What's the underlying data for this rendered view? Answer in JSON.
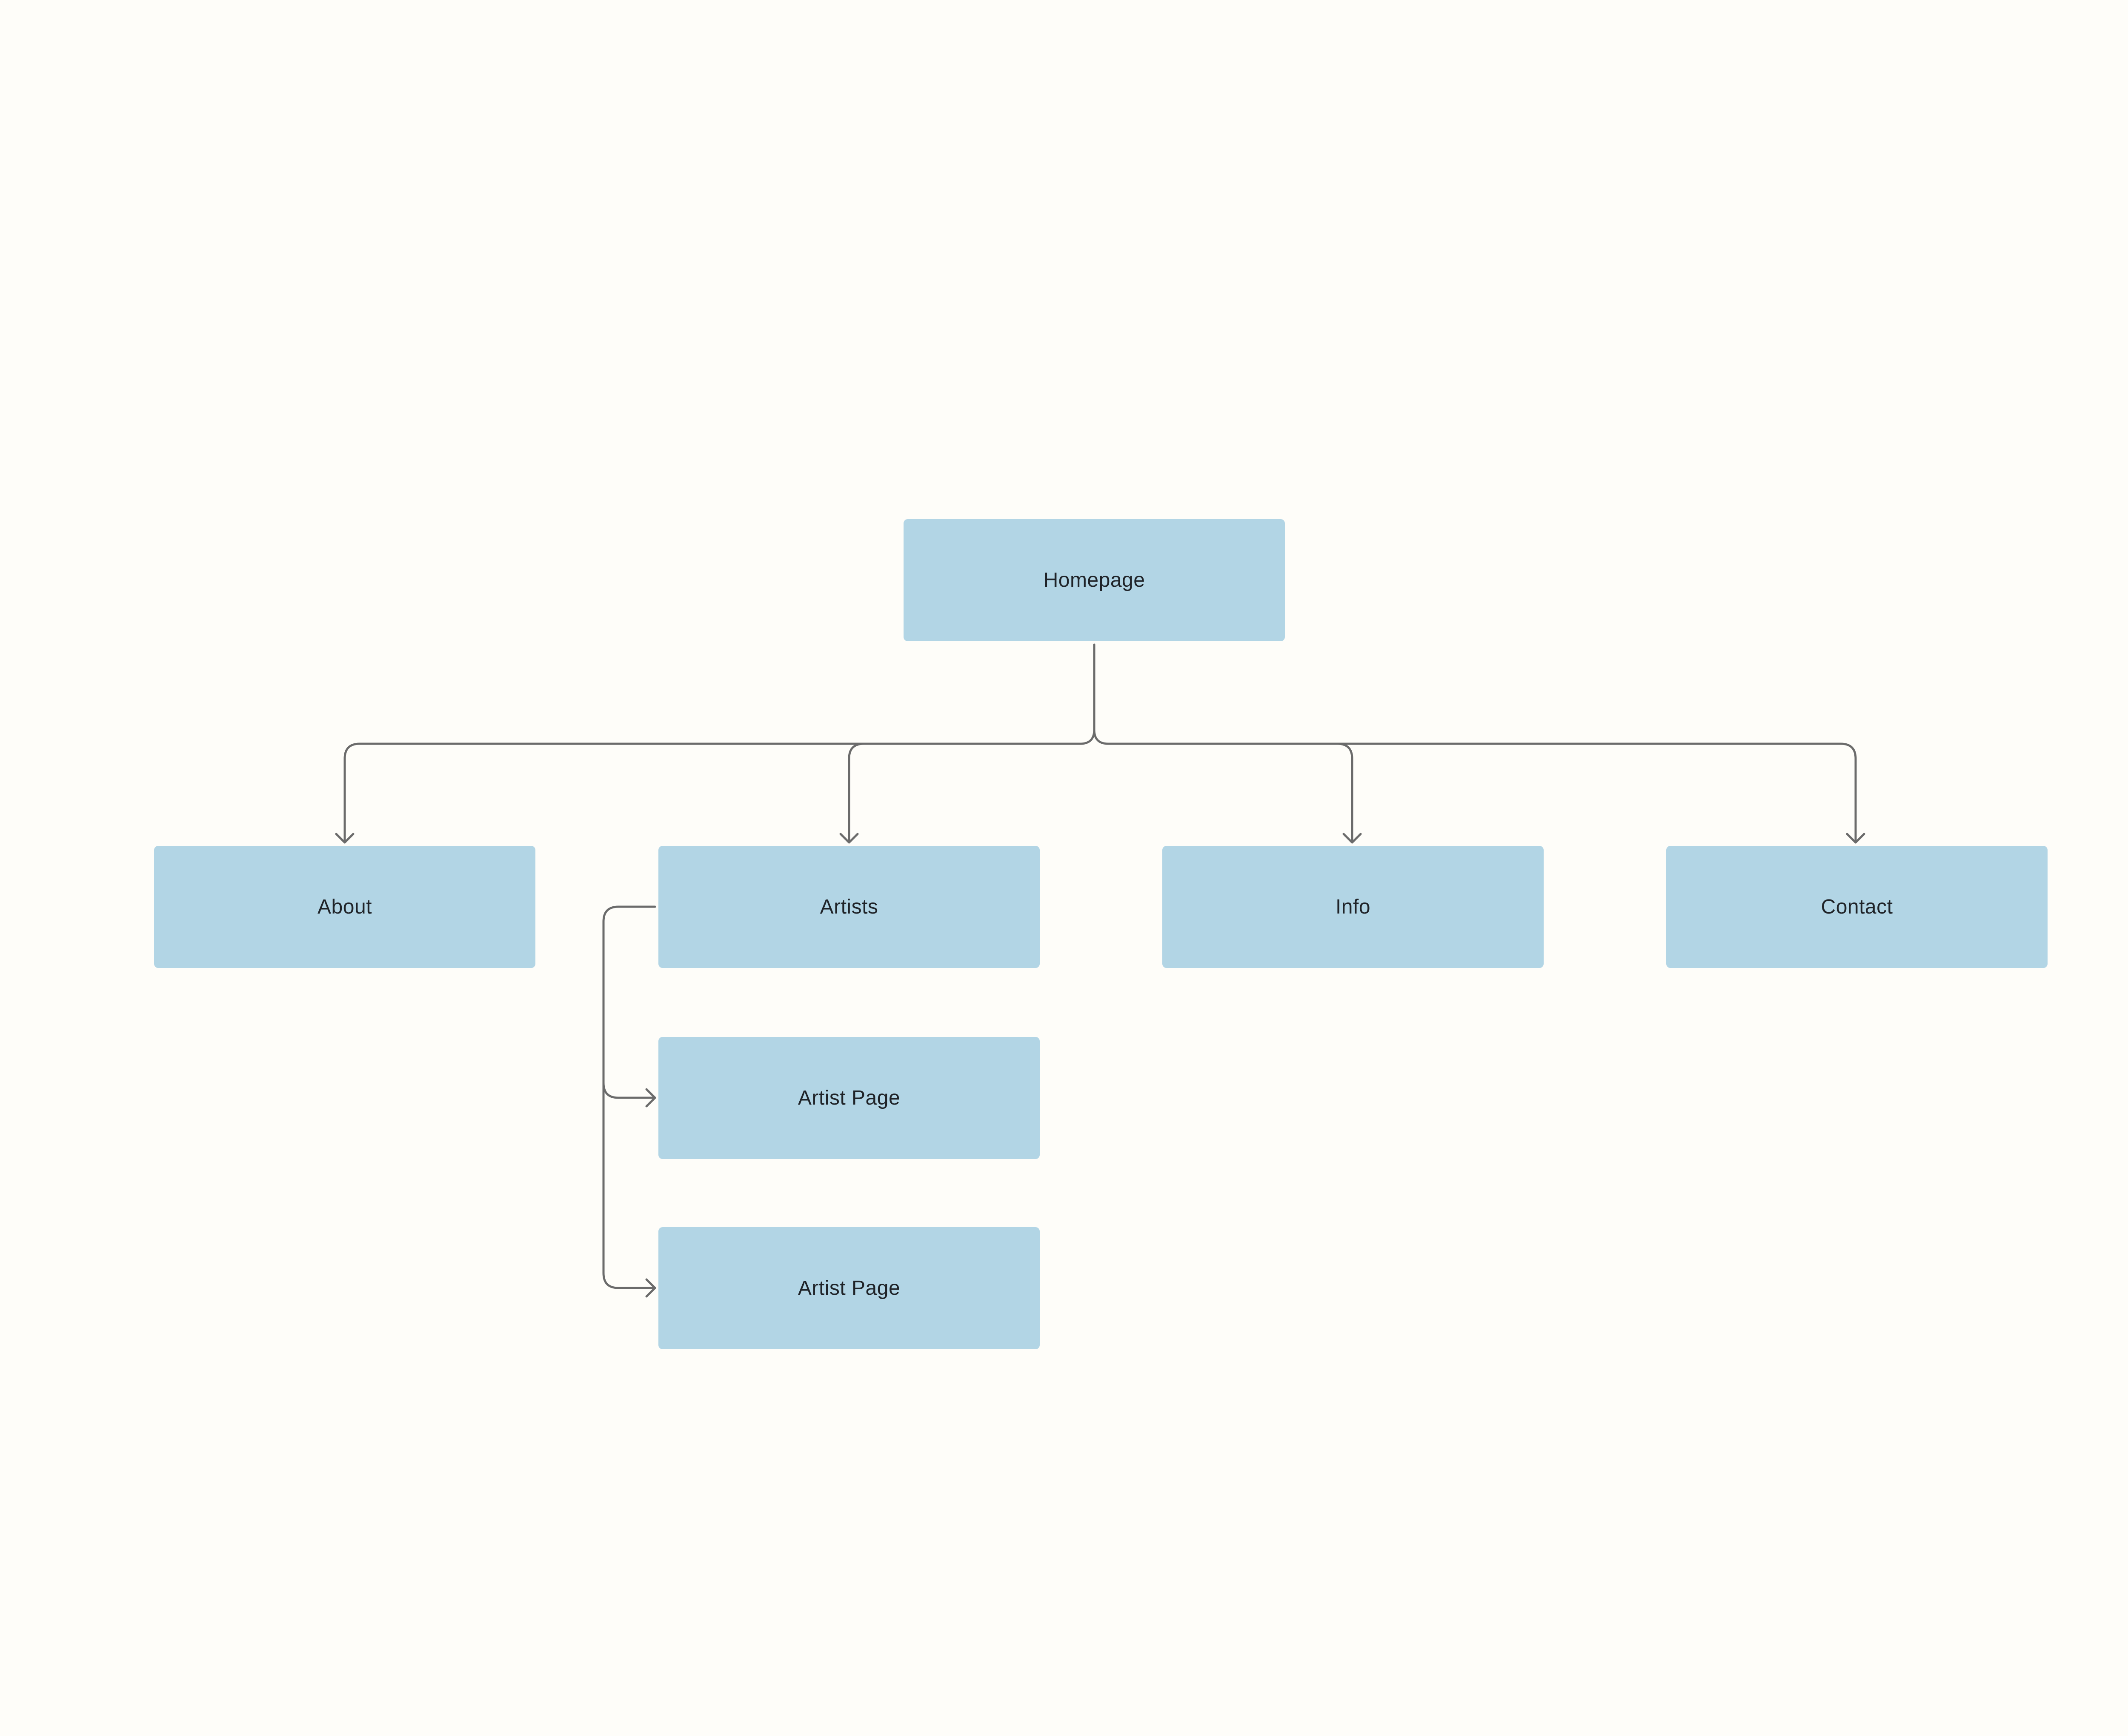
{
  "diagram": {
    "nodes": {
      "homepage": "Homepage",
      "about": "About",
      "artists": "Artists",
      "info": "Info",
      "contact": "Contact",
      "artist_page_1": "Artist Page",
      "artist_page_2": "Artist Page"
    },
    "edges": [
      {
        "from": "homepage",
        "to": "about"
      },
      {
        "from": "homepage",
        "to": "artists"
      },
      {
        "from": "homepage",
        "to": "info"
      },
      {
        "from": "homepage",
        "to": "contact"
      },
      {
        "from": "artists",
        "to": "artist_page_1"
      },
      {
        "from": "artists",
        "to": "artist_page_2"
      }
    ],
    "colors": {
      "background": "#fefdf9",
      "node_fill": "#b2d5e5",
      "connector": "#6b6b6b",
      "text": "#1f2328"
    }
  }
}
